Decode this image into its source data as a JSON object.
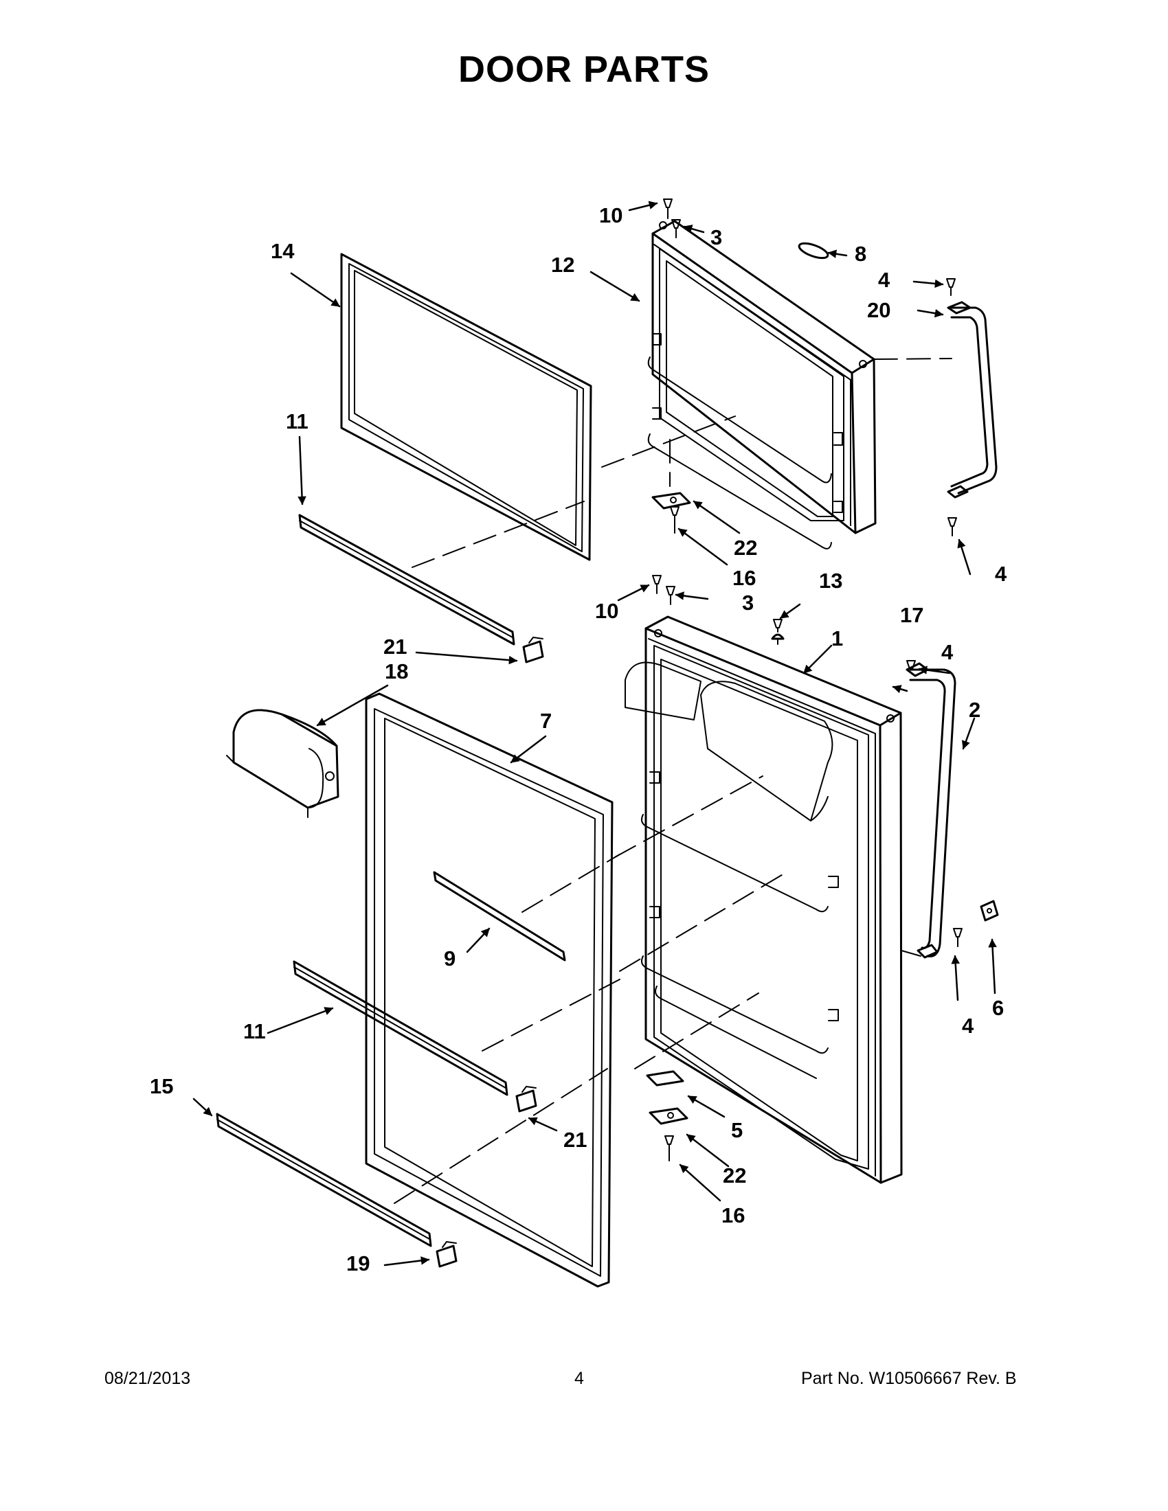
{
  "title": "DOOR PARTS",
  "callouts": {
    "c1": "1",
    "c2": "2",
    "c3a": "3",
    "c3b": "3",
    "c4a": "4",
    "c4b": "4",
    "c4c": "4",
    "c4d": "4",
    "c5": "5",
    "c6": "6",
    "c7": "7",
    "c8": "8",
    "c9": "9",
    "c10a": "10",
    "c10b": "10",
    "c11a": "11",
    "c11b": "11",
    "c12": "12",
    "c13": "13",
    "c14": "14",
    "c15": "15",
    "c16a": "16",
    "c16b": "16",
    "c17": "17",
    "c18": "18",
    "c19": "19",
    "c20": "20",
    "c21a": "21",
    "c21b": "21",
    "c22a": "22",
    "c22b": "22"
  },
  "footer": {
    "date": "08/21/2013",
    "page": "4",
    "part_no": "Part No.  W10506667  Rev.  B"
  }
}
